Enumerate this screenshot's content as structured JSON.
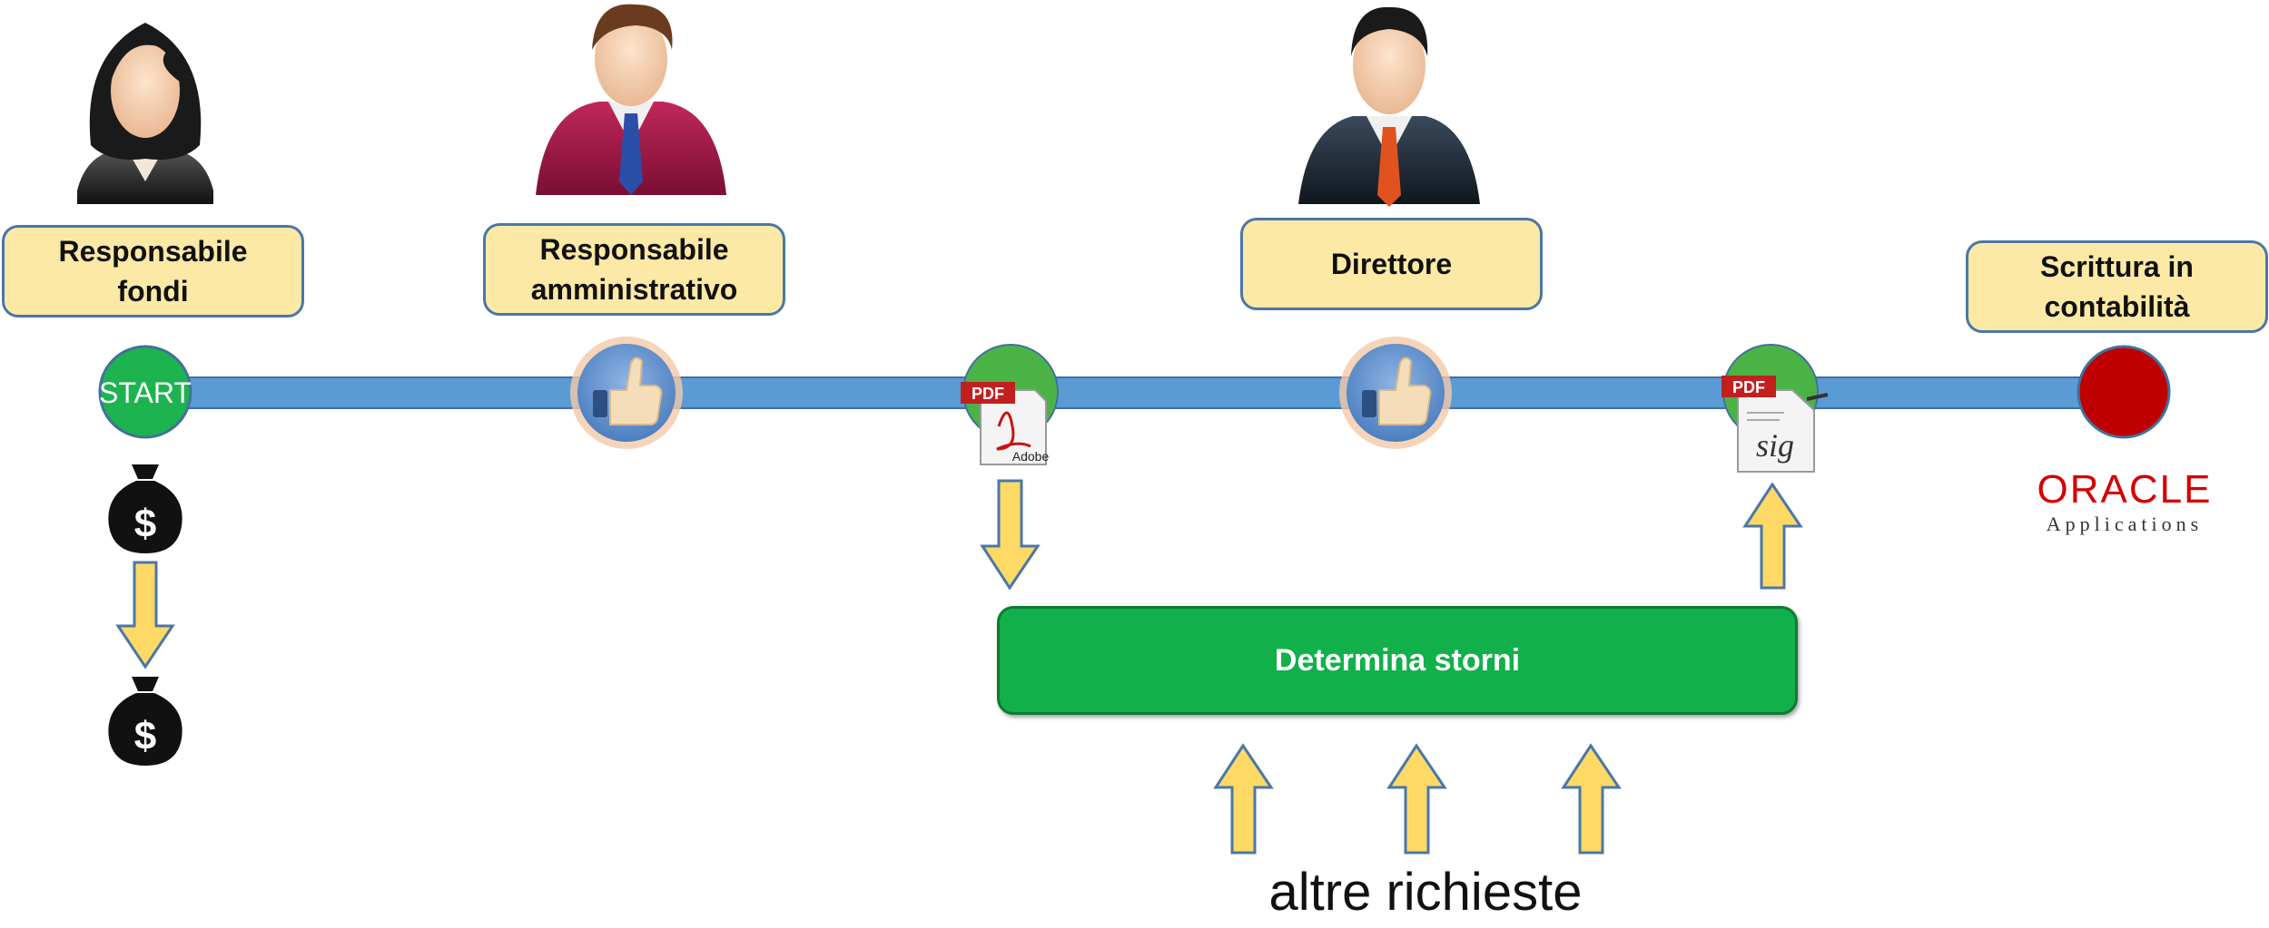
{
  "roles": {
    "responsabile_fondi": "Responsabile\nfondi",
    "responsabile_amministrativo": "Responsabile\namministrativo",
    "direttore": "Direttore",
    "scrittura": "Scrittura in\ncontabilità"
  },
  "timeline": {
    "start_label": "START"
  },
  "icons": {
    "pdf_label": "PDF",
    "adobe_label": "Adobe",
    "sig_label": "sig",
    "dollar": "$"
  },
  "process": {
    "box_label": "Determina storni",
    "footer_label": "altre richieste"
  },
  "oracle": {
    "brand": "ORACLE",
    "sub": "Applications"
  },
  "colors": {
    "timeline_bar": "#5b9bd5",
    "role_fill": "#fde9a6",
    "role_border": "#4a77a8",
    "start_green": "#1db34f",
    "end_red": "#c00000",
    "arrow_fill": "#ffd966",
    "arrow_stroke": "#4a77a8",
    "process_green": "#11b04b"
  }
}
